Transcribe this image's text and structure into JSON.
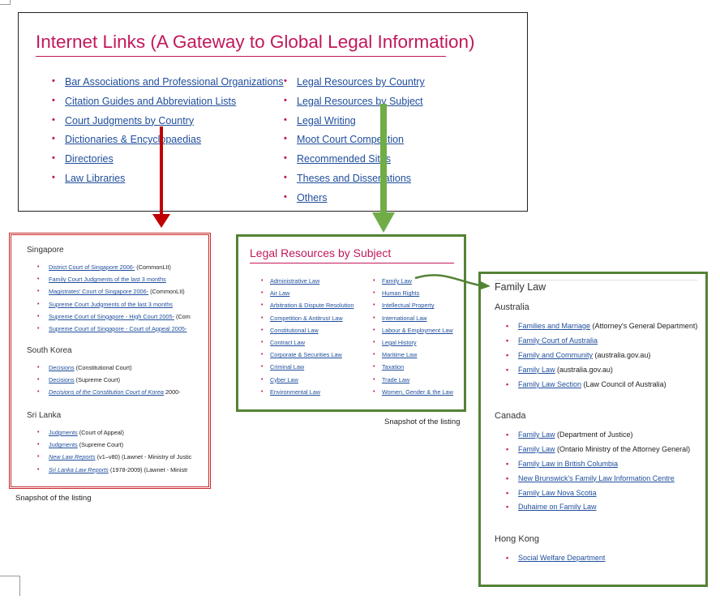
{
  "main": {
    "title": "Internet Links (A Gateway to Global Legal Information)",
    "left_links": [
      "Bar Associations and Professional Organizations",
      "Citation Guides and Abbreviation Lists",
      "Court Judgments by Country",
      "Dictionaries & Encyclopaedias",
      "Directories",
      "Law Libraries"
    ],
    "right_links": [
      "Legal Resources by Country",
      "Legal Resources by Subject",
      "Legal Writing",
      "Moot Court Competition",
      "Recommended Sites",
      "Theses and Dissertations",
      "Others"
    ]
  },
  "court_snapshot": {
    "caption": "Snapshot of the listing",
    "singapore": {
      "name": "Singapore",
      "items": [
        {
          "link": "District Court of Singapore 2006-",
          "note": " (CommonLII)"
        },
        {
          "link": "Family Court Judgments of the last 3 months",
          "note": ""
        },
        {
          "link": "Magistrates' Court of Singapore 2006-",
          "note": " (CommonLII)"
        },
        {
          "link": "Supreme Court Judgments of the last 3 months",
          "note": ""
        },
        {
          "link": "Supreme Court of Singapore - High Court 2005-",
          "note": " (Com"
        },
        {
          "link": "Supreme Court of Singapore - Court of Appeal 2005-",
          "note": ""
        }
      ]
    },
    "south_korea": {
      "name": "South Korea",
      "items": [
        {
          "link": "Decisions",
          "note": " (Constitutional Court)"
        },
        {
          "link": "Decisions",
          "note": " (Supreme Court)"
        },
        {
          "link": "Decisions of the Constitution Court of Korea",
          "note": " 2000-"
        }
      ]
    },
    "sri_lanka": {
      "name": "Sri Lanka",
      "items": [
        {
          "link": "Judgments",
          "note": " (Court of Appeal)"
        },
        {
          "link": "Judgments",
          "note": " (Supreme Court)"
        },
        {
          "link": "New Law Reports",
          "note": " (v1–v80) (Lawnet - Ministry of Justic"
        },
        {
          "link": "Sri Lanka Law Reports",
          "note": " (1978-2009) (Lawnet - Ministr"
        }
      ]
    }
  },
  "subject_snapshot": {
    "title": "Legal Resources by Subject",
    "caption": "Snapshot of the listing",
    "left": [
      "Administrative Law",
      "Air Law",
      "Arbitration & Dispute Resolution",
      "Competition & Antitrust Law",
      "Constitutional Law",
      "Contract Law",
      "Corporate & Securities Law",
      "Criminal Law",
      "Cyber Law",
      "Environmental Law"
    ],
    "right": [
      "Family Law",
      "Human Rights",
      "Intellectual Property",
      "International Law",
      "Labour & Employment Law",
      "Legal History",
      "Maritime Law",
      "Taxation",
      "Trade Law",
      "Women, Gender & the Law"
    ]
  },
  "family_snapshot": {
    "title": "Family Law",
    "australia": {
      "name": "Australia",
      "items": [
        {
          "link": "Families and Marriage",
          "note": " (Attorney's General Department)"
        },
        {
          "link": "Family Court of Australia",
          "note": ""
        },
        {
          "link": "Family and Community",
          "note": " (australia.gov.au)"
        },
        {
          "link": "Family Law",
          "note": " (australia.gov.au)"
        },
        {
          "link": "Family Law Section",
          "note": " (Law Council of Australia)"
        }
      ]
    },
    "canada": {
      "name": "Canada",
      "items": [
        {
          "link": "Family Law",
          "note": " (Department of Justice)"
        },
        {
          "link": "Family Law",
          "note": " (Ontario Ministry of the Attorney General)"
        },
        {
          "link": "Family Law in British Columbia",
          "note": ""
        },
        {
          "link": "New Brunswick's Family Law Information Centre",
          "note": ""
        },
        {
          "link": "Family Law Nova Scotia",
          "note": ""
        },
        {
          "link": "Duhaime on Family Law",
          "note": ""
        }
      ]
    },
    "hong_kong": {
      "name": "Hong Kong",
      "items": [
        {
          "link": "Social Welfare Department",
          "note": ""
        }
      ]
    }
  },
  "colors": {
    "accent": "#c2185b",
    "link": "#1f4e9c",
    "red_arrow": "#c00000",
    "green_arrow": "#70ad47"
  }
}
